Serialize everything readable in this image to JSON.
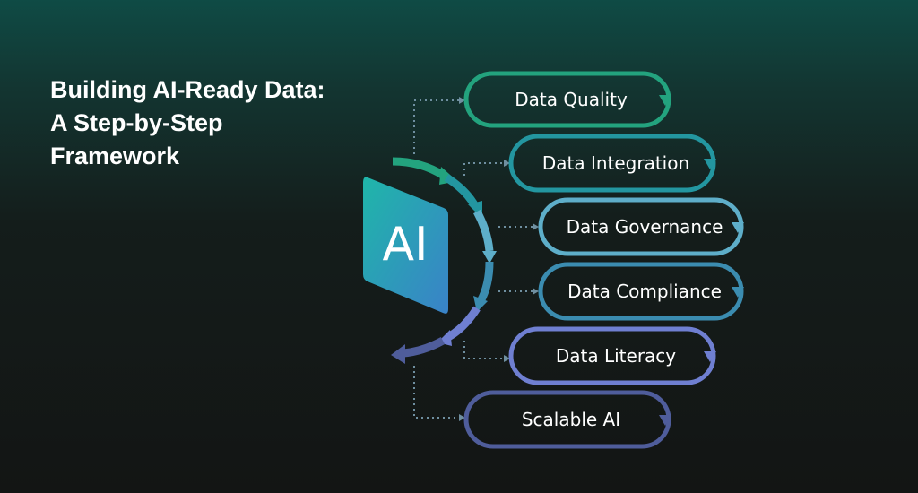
{
  "title": {
    "line1": "Building AI-Ready Data:",
    "line2": "A Step-by-Step",
    "line3": "Framework"
  },
  "ai_badge": {
    "label": "AI"
  },
  "steps": [
    {
      "label": "Data Quality",
      "color": "#23a37e"
    },
    {
      "label": "Data Integration",
      "color": "#2396a0"
    },
    {
      "label": "Data Governance",
      "color": "#5eaec9"
    },
    {
      "label": "Data Compliance",
      "color": "#3b8cb0"
    },
    {
      "label": "Data Literacy",
      "color": "#6f7fd1"
    },
    {
      "label": "Scalable AI",
      "color": "#4f5d9b"
    }
  ],
  "colors": {
    "background_top": "#0f4b45",
    "background_bottom": "#131514",
    "ai_badge_gradient": [
      "#1fb6a9",
      "#3a82c8"
    ],
    "connector": "#6f8fa0"
  }
}
